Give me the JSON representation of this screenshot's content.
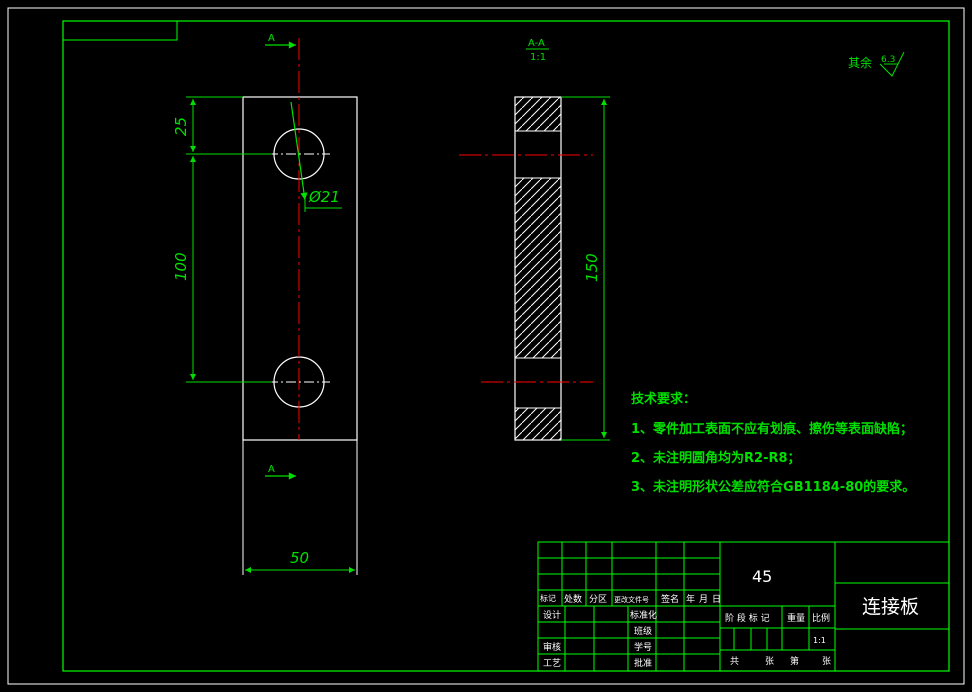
{
  "drawing": {
    "title": "连接板",
    "material": "45",
    "scale": "1:1",
    "section_label": "A-A",
    "section_scale": "1:1",
    "section_marker_top": "A",
    "section_marker_bottom": "A",
    "surface_finish": {
      "label": "其余",
      "value": "6.3"
    }
  },
  "dimensions": {
    "top_offset": "25",
    "hole_spacing": "100",
    "hole_diameter": "Ø21",
    "width": "50",
    "height": "150"
  },
  "tech_requirements": {
    "heading": "技术要求：",
    "items": [
      "1、零件加工表面不应有划痕、擦伤等表面缺陷；",
      "2、未注明圆角均为R2-R8；",
      "3、未注明形状公差应符合GB1184-80的要求。"
    ]
  },
  "title_block": {
    "col_headers": [
      "标记",
      "处数",
      "分区",
      "更改文件号",
      "签名",
      "年",
      "月",
      "日"
    ],
    "design": "设计",
    "standardization": "标准化",
    "class": "班级",
    "review": "审核",
    "student_id": "学号",
    "process": "工艺",
    "approve": "批准",
    "stage_mark": "阶 段 标 记",
    "weight": "重量",
    "ratio": "比例",
    "total": "共",
    "sheets": "张",
    "page": "第",
    "sheet": "张"
  },
  "colors": {
    "frame": "#00ff00",
    "outline": "#ffffff",
    "centerline": "#ff0000",
    "dimension": "#00e000",
    "background": "#000000"
  }
}
